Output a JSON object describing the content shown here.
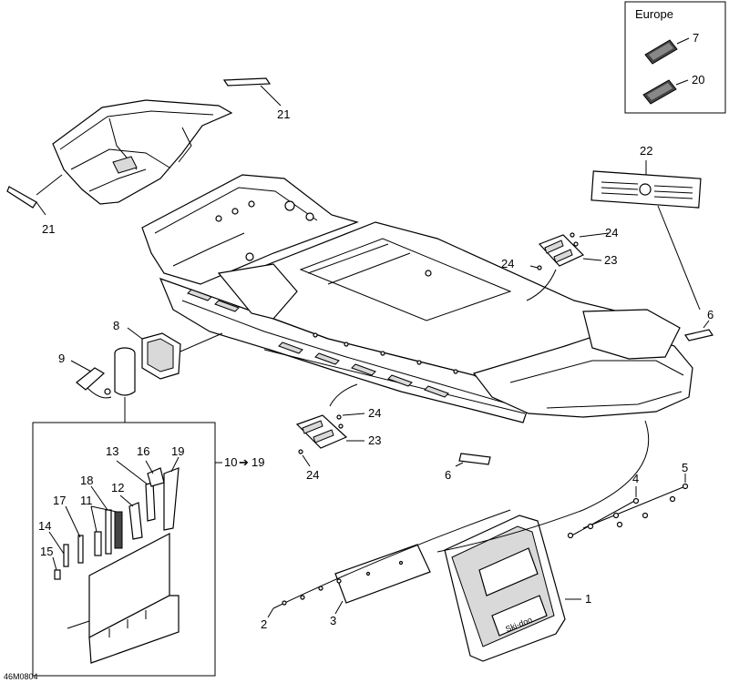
{
  "inset": {
    "title": "Europe",
    "items": [
      "7",
      "20"
    ]
  },
  "tool_kit_range": {
    "from": "10",
    "arrow": "➔",
    "to": "19"
  },
  "callouts": {
    "c1": "1",
    "c2": "2",
    "c3": "3",
    "c4": "4",
    "c5": "5",
    "c6a": "6",
    "c6b": "6",
    "c8": "8",
    "c9": "9",
    "c11": "11",
    "c12": "12",
    "c13": "13",
    "c14": "14",
    "c15": "15",
    "c16": "16",
    "c17": "17",
    "c18": "18",
    "c19": "19",
    "c21a": "21",
    "c21b": "21",
    "c22": "22",
    "c23a": "23",
    "c23b": "23",
    "c24a": "24",
    "c24b": "24",
    "c24c": "24",
    "c24d": "24"
  },
  "label_brand": "Ski-doo",
  "drawing_code": "46M0804"
}
